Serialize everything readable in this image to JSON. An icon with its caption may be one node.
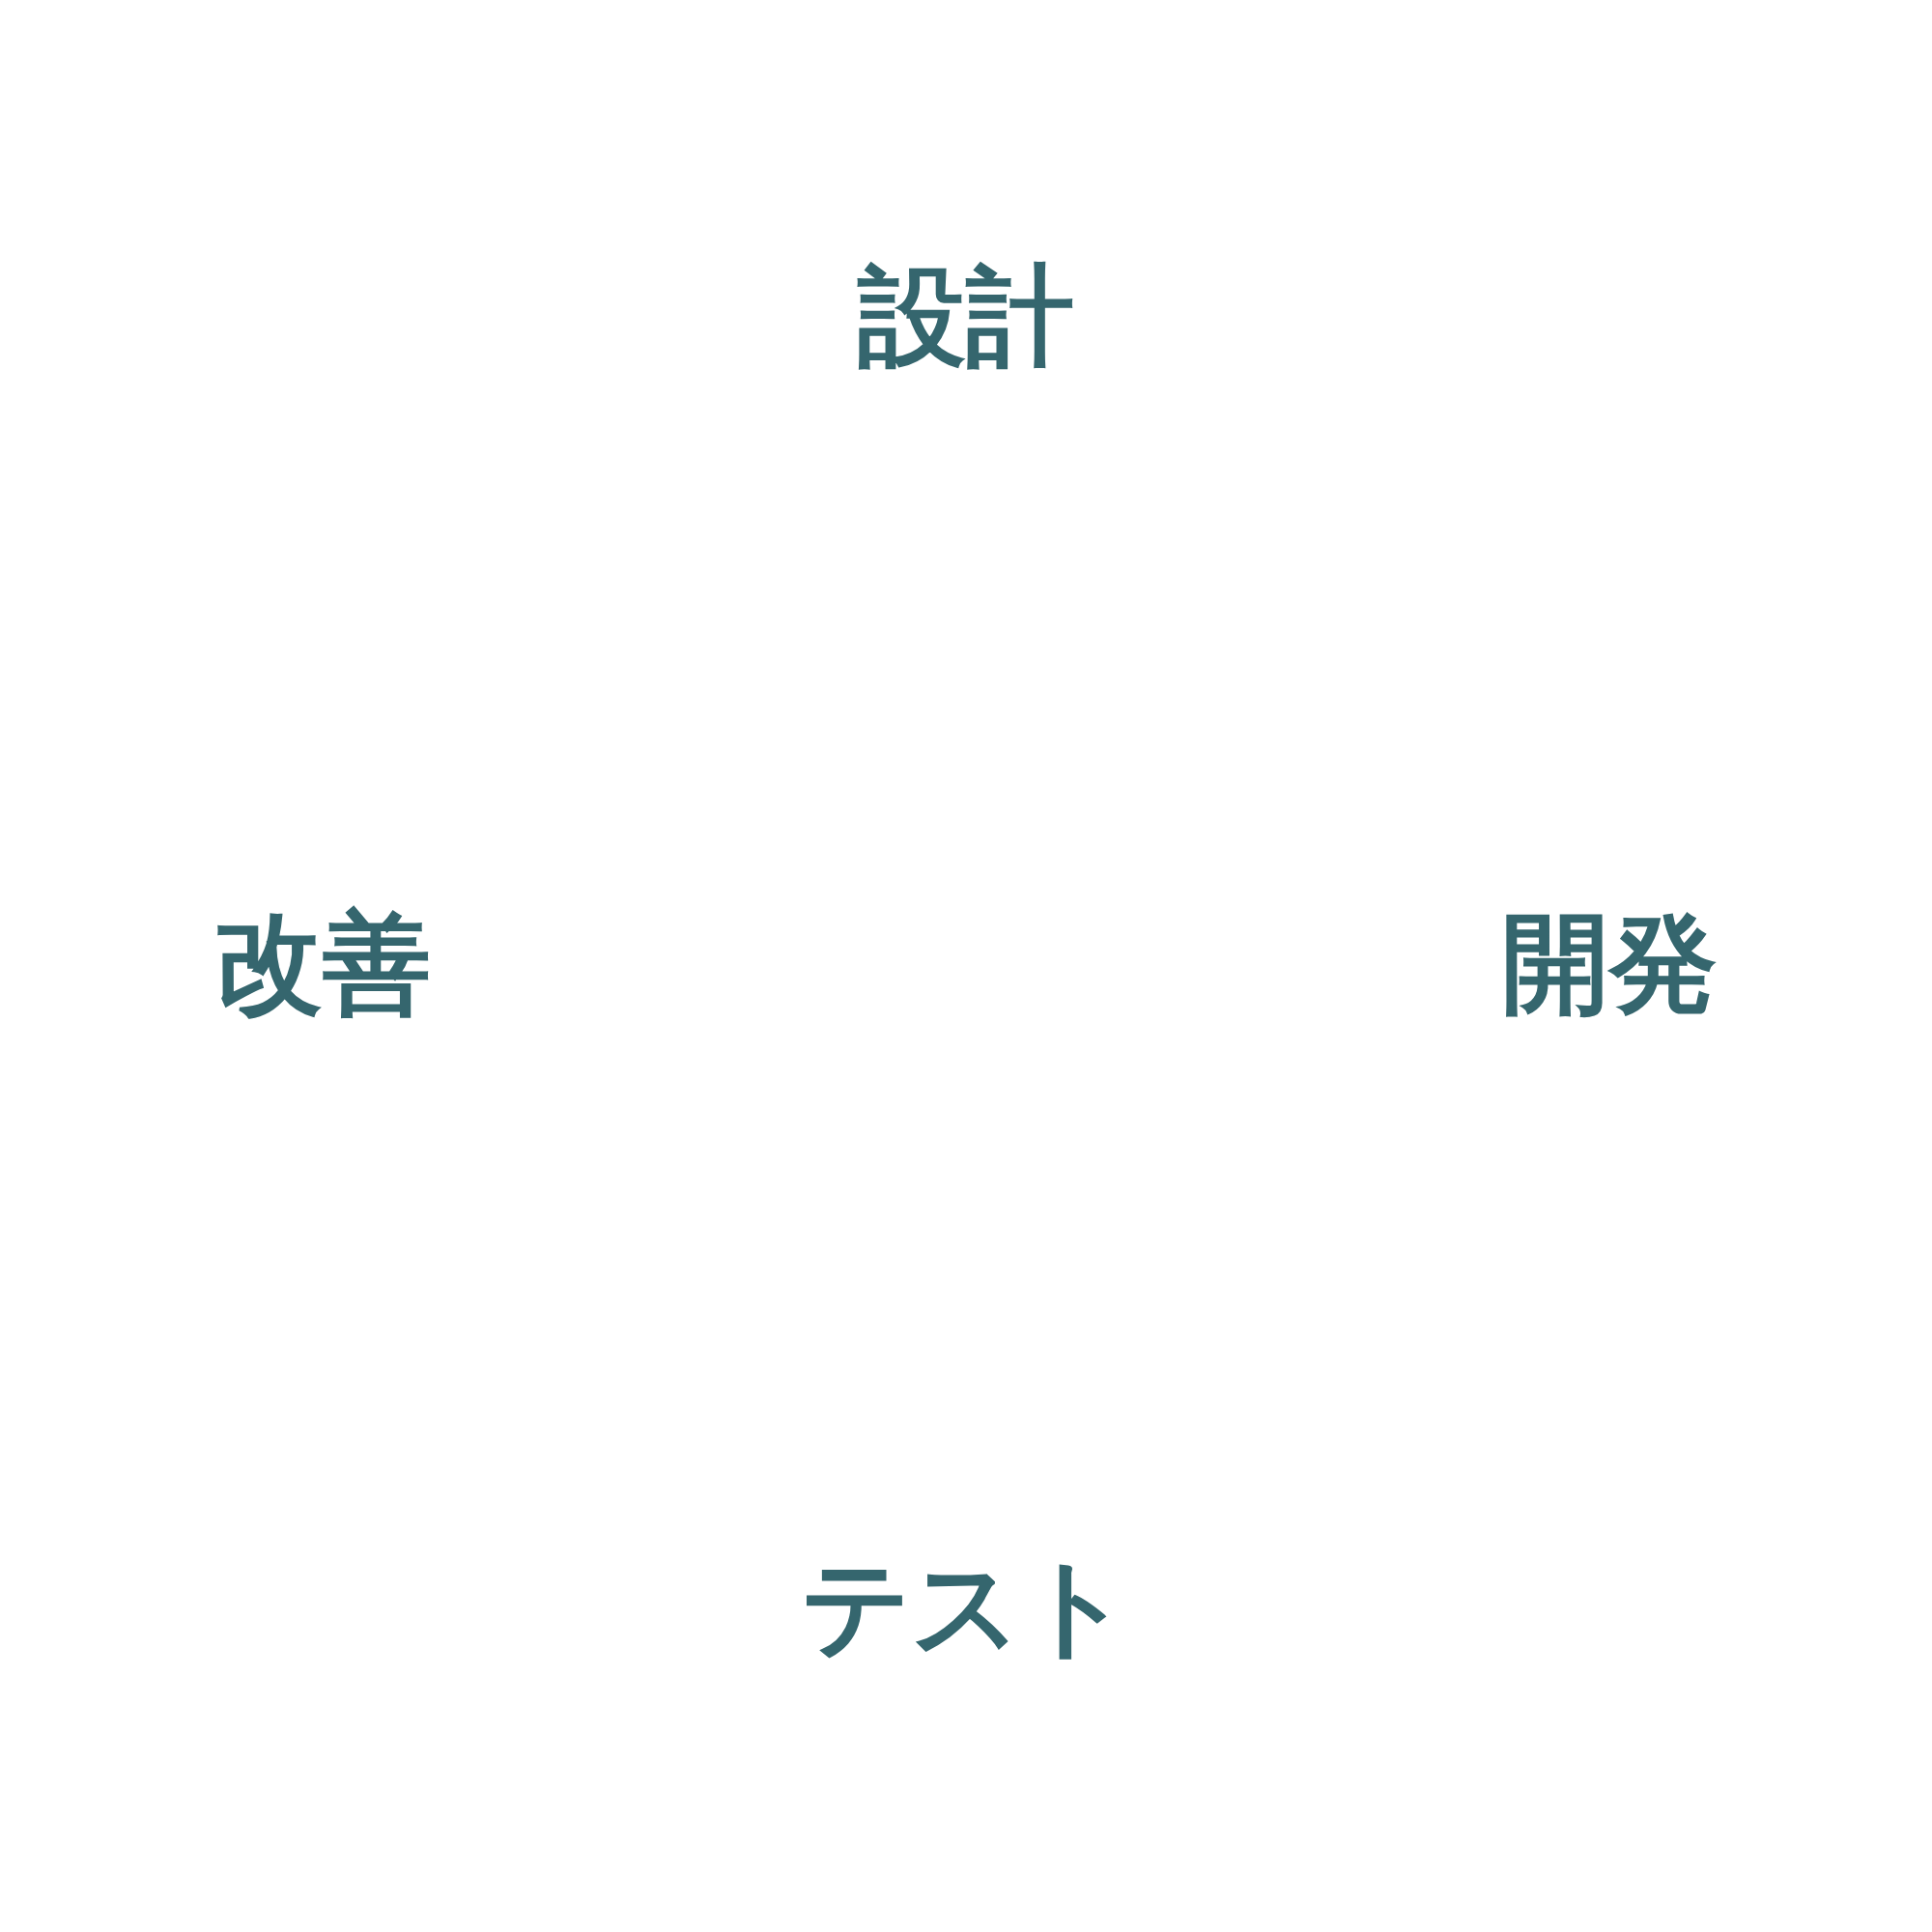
{
  "diagram": {
    "labels": [
      "設計",
      "改善",
      "開発",
      "テスト"
    ]
  }
}
